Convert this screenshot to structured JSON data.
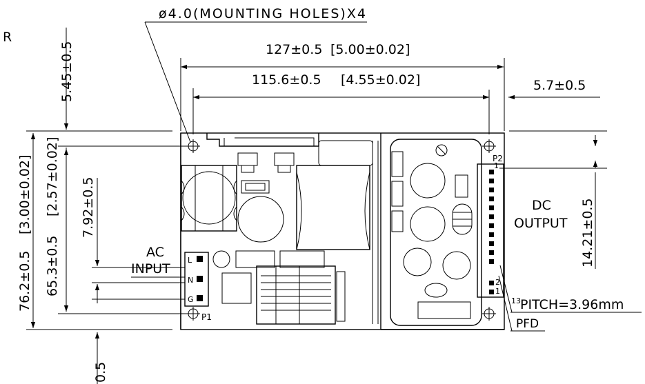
{
  "corner_text": "R",
  "mounting_holes": "ø4.0(MOUNTING HOLES)X4",
  "dims": {
    "overall_width": "127±0.5",
    "overall_width_in": "[5.00±0.02]",
    "hole_spacing_x": "115.6±0.5",
    "hole_spacing_x_in": "[4.55±0.02]",
    "right_margin": "5.7±0.5",
    "top_margin": "5.45±0.5",
    "overall_height": "76.2±0.5",
    "overall_height_in": "[3.00±0.02]",
    "hole_spacing_y": "65.3±0.5",
    "hole_spacing_y_in": "[2.57±0.02]",
    "ac_pin_pitch": "7.92±0.5",
    "dc_pin_offset": "14.21±0.5",
    "bottom_margin": "0.5"
  },
  "labels": {
    "ac_line1": "AC",
    "ac_line2": "INPUT",
    "dc_line1": "DC",
    "dc_line2": "OUTPUT",
    "pitch": "PITCH=3.96mm",
    "pfd": "PFD",
    "p1": "P1",
    "p2": "P2",
    "pin_l": "L",
    "pin_n": "N",
    "pin_g": "G",
    "pin_1_top": "1",
    "pin_13": "13",
    "pin_2": "2",
    "pin_1_bottom": "1"
  }
}
